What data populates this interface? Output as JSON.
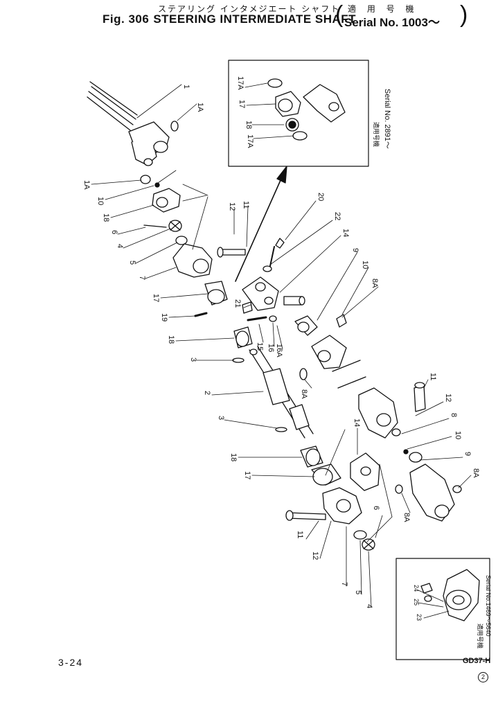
{
  "header": {
    "title_jp": "ステアリング インタメジエート シャフト",
    "fig_label": "Fig. 306",
    "title_en": "STEERING INTERMEDIATE SHAFT",
    "serial_jp": "適 用 号 機",
    "serial_en": "Serial No. 1003～"
  },
  "insets": [
    {
      "serial_jp": "適用号機",
      "serial_en": "Serial No. 2891～",
      "labels": [
        "17A",
        "17",
        "18",
        "17A"
      ]
    },
    {
      "serial_jp": "適用号機",
      "serial_en": "Serial No.1469～5640",
      "labels": [
        "24",
        "25",
        "23"
      ]
    }
  ],
  "callouts": {
    "upper": [
      "1",
      "1A",
      "1A",
      "10",
      "18",
      "6",
      "4",
      "5",
      "7",
      "17",
      "19",
      "18",
      "3",
      "2",
      "3",
      "18",
      "17"
    ],
    "center": [
      "12",
      "11",
      "20",
      "22",
      "14",
      "21",
      "15",
      "16",
      "16A"
    ],
    "lower_left": [
      "11",
      "12",
      "7",
      "5",
      "4",
      "6",
      "14"
    ],
    "right": [
      "9",
      "10",
      "8A",
      "8A",
      "11",
      "12",
      "8",
      "10",
      "9",
      "8A",
      "8A"
    ]
  },
  "footer": {
    "page": "3-24",
    "model": "GD37-H",
    "sheet_mark": "2"
  }
}
